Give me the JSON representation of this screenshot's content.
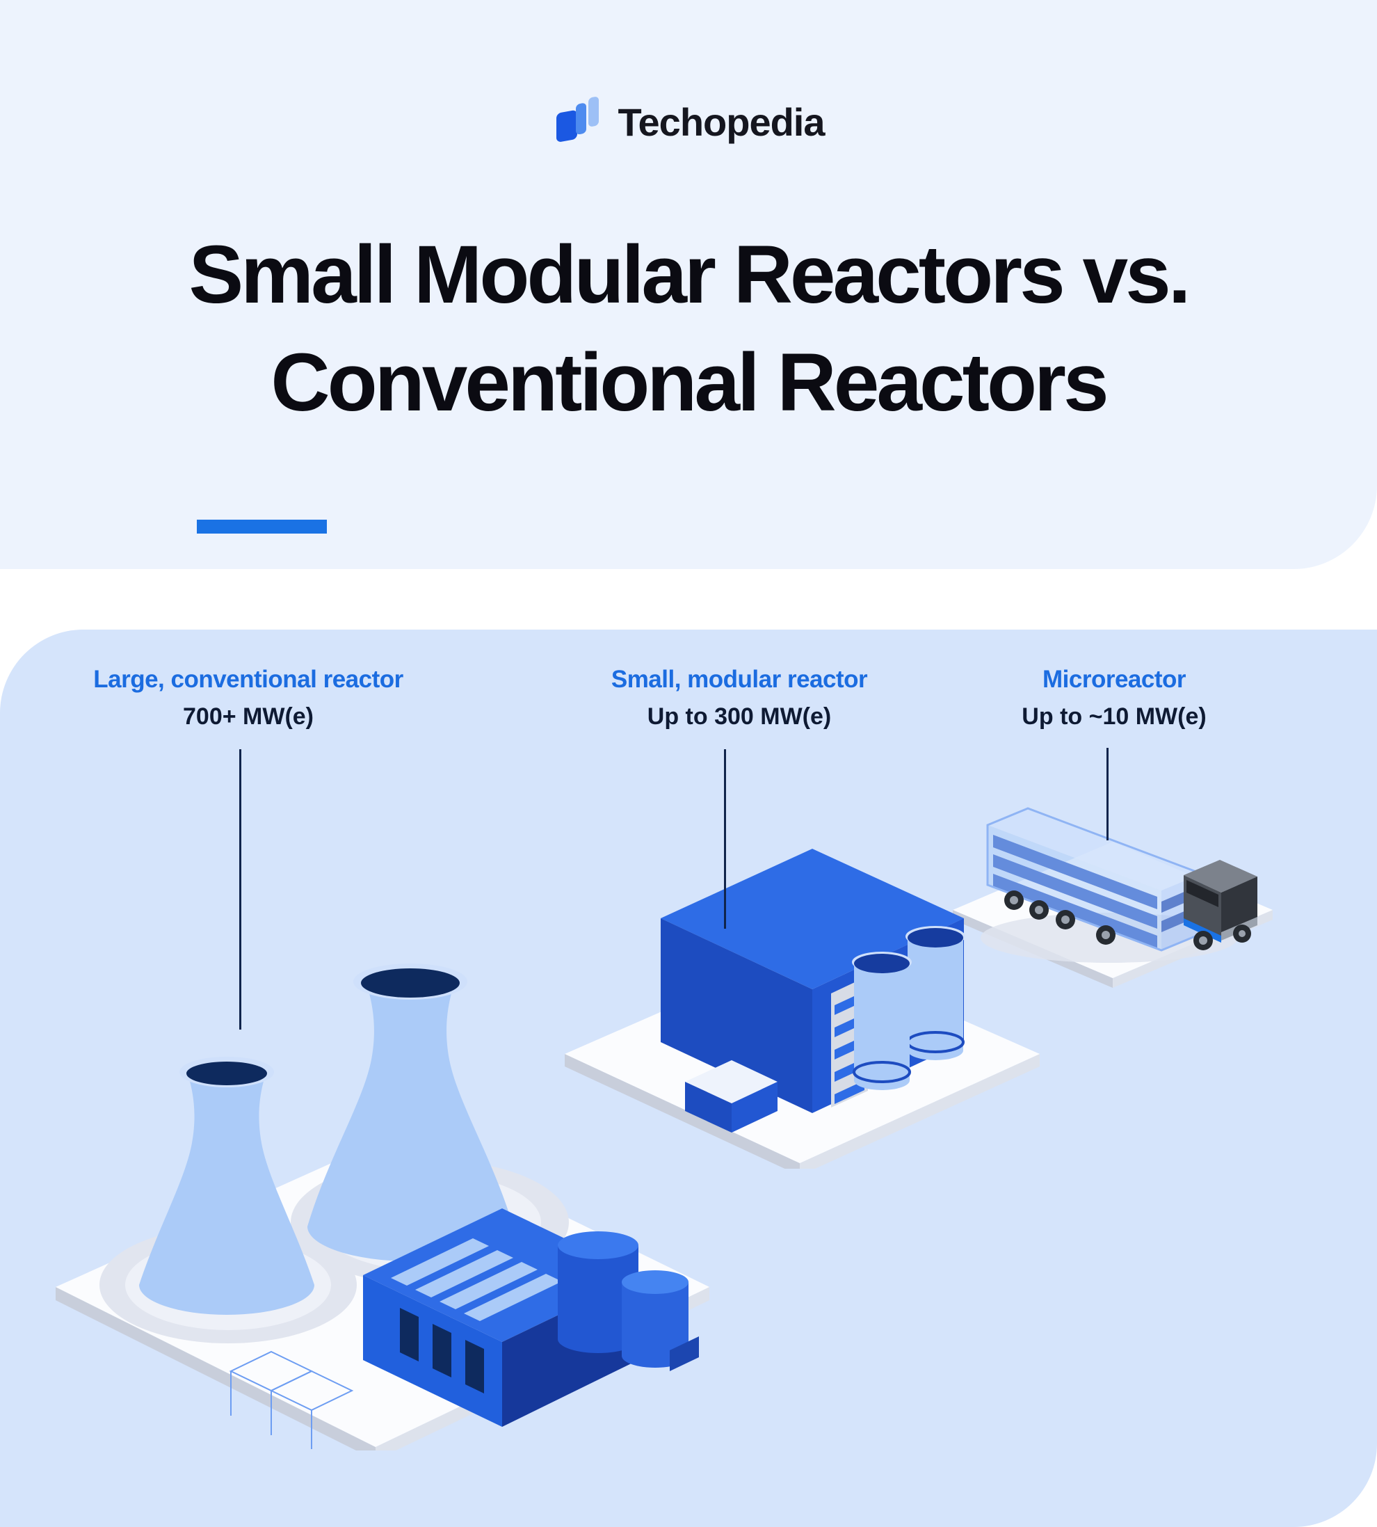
{
  "brand": {
    "name": "Techopedia",
    "logo_icon": "techopedia-logo-icon"
  },
  "header": {
    "title_line1": "Small Modular Reactors vs.",
    "title_line2": "Conventional Reactors"
  },
  "comparison": {
    "items": [
      {
        "label": "Large, conventional reactor",
        "capacity": "700+ MW(e)",
        "illustration": "large-conventional-reactor-illustration"
      },
      {
        "label": "Small, modular reactor",
        "capacity": "Up to 300 MW(e)",
        "illustration": "small-modular-reactor-illustration"
      },
      {
        "label": "Microreactor",
        "capacity": "Up to ~10 MW(e)",
        "illustration": "microreactor-truck-illustration"
      }
    ]
  },
  "colors": {
    "hero_background": "#edf3fd",
    "card_background": "#d5e4fb",
    "accent_blue": "#1a72e4",
    "label_blue": "#1b6ce0",
    "dark_navy": "#0e2a5e",
    "title_color": "#0b0b12",
    "illustration_light_blue": "#abcbf8",
    "illustration_mid_blue": "#2e6ce6",
    "illustration_dark_blue": "#1d4cc0"
  }
}
